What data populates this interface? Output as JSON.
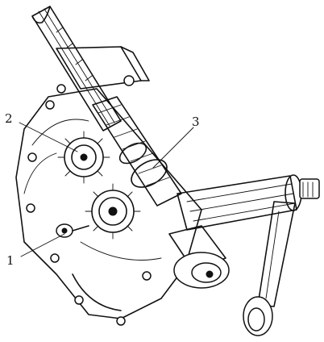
{
  "figure": {
    "callouts": [
      {
        "id": "c1",
        "label": "1"
      },
      {
        "id": "c2",
        "label": "2"
      },
      {
        "id": "c3",
        "label": "3"
      }
    ],
    "colors": {
      "ink": "#111111",
      "paper": "#ffffff"
    }
  }
}
